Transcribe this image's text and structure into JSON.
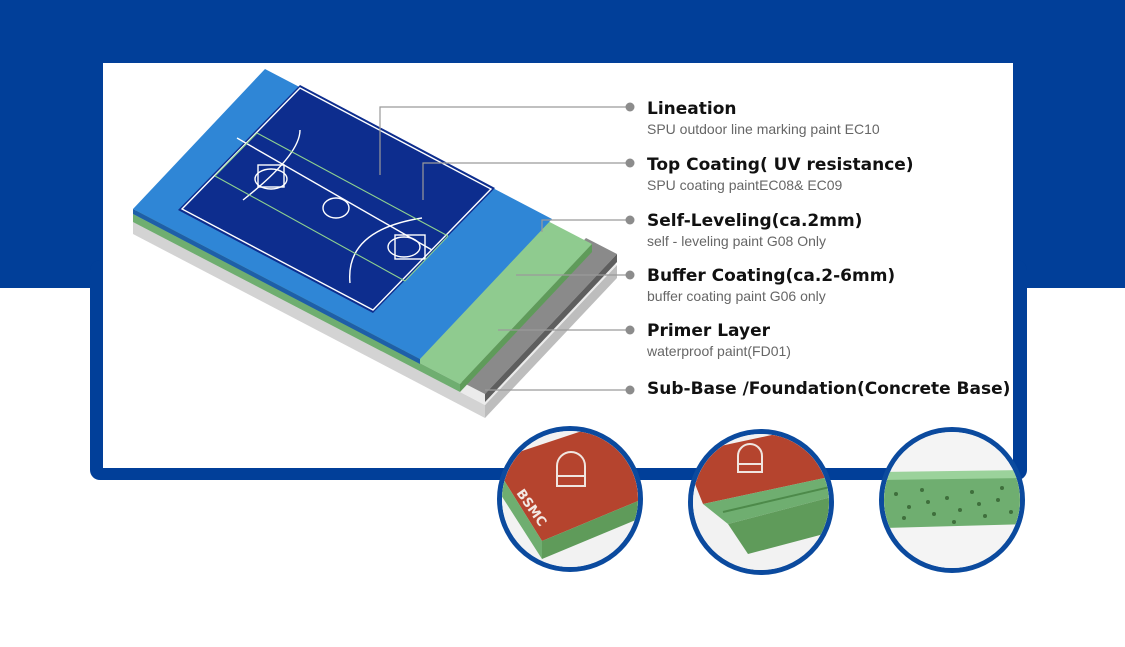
{
  "layers": [
    {
      "title": "Lineation",
      "desc": "SPU outdoor line marking paint EC10"
    },
    {
      "title": "Top Coating( UV resistance)",
      "desc": "SPU coating paintEC08& EC09"
    },
    {
      "title": "Self-Leveling(ca.2mm)",
      "desc": "self - leveling paint G08 Only"
    },
    {
      "title": "Buffer Coating(ca.2-6mm)",
      "desc": "buffer coating paint G06 only"
    },
    {
      "title": "Primer Layer",
      "desc": "waterproof paint(FD01)"
    },
    {
      "title": "Sub-Base /Foundation(Concrete Base)",
      "desc": ""
    }
  ],
  "sample_logo_text": "BSMC",
  "colors": {
    "brand_blue": "#013f99",
    "court_blue": "#2f86d6",
    "court_navy": "#0d2d8e",
    "green_layer": "#8fcb8f",
    "gray_layer": "#7f7f7f",
    "concrete": "#ebebeb",
    "red_surface": "#b5442e",
    "green_base": "#5f9b5a"
  }
}
